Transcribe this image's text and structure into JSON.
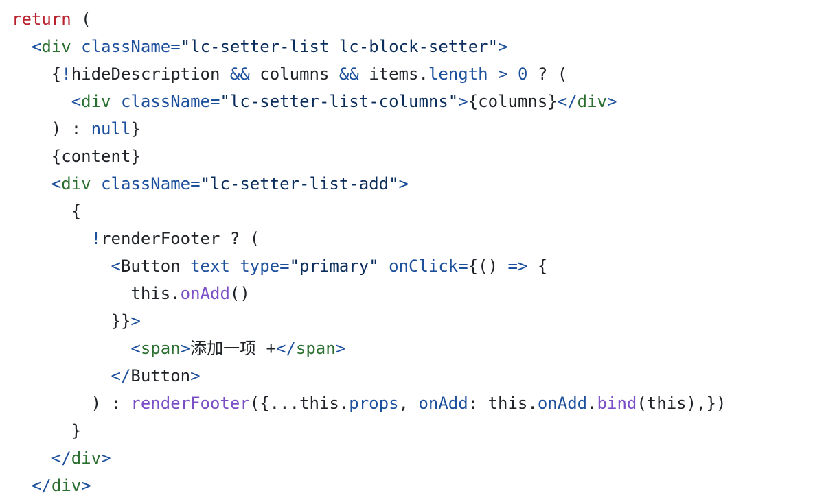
{
  "code": {
    "language": "jsx",
    "colors": {
      "keyword": "#b8232f",
      "tag": "#2a6f2f",
      "attribute": "#1c4f9c",
      "string": "#0b2d5c",
      "function": "#7a4fc6",
      "text": "#1f2328"
    },
    "lines": [
      [
        {
          "t": "return",
          "c": "kw"
        },
        {
          "t": " (",
          "c": "plain"
        }
      ],
      [
        {
          "t": "  ",
          "c": "plain"
        },
        {
          "t": "<",
          "c": "op"
        },
        {
          "t": "div",
          "c": "tag"
        },
        {
          "t": " className=",
          "c": "attr"
        },
        {
          "t": "\"lc-setter-list lc-block-setter\"",
          "c": "str"
        },
        {
          "t": ">",
          "c": "op"
        }
      ],
      [
        {
          "t": "    {",
          "c": "plain"
        },
        {
          "t": "!",
          "c": "op"
        },
        {
          "t": "hideDescription ",
          "c": "plain"
        },
        {
          "t": "&&",
          "c": "op"
        },
        {
          "t": " columns ",
          "c": "plain"
        },
        {
          "t": "&&",
          "c": "op"
        },
        {
          "t": " items.",
          "c": "plain"
        },
        {
          "t": "length",
          "c": "prop"
        },
        {
          "t": " > 0",
          "c": "op"
        },
        {
          "t": " ? (",
          "c": "plain"
        }
      ],
      [
        {
          "t": "      ",
          "c": "plain"
        },
        {
          "t": "<",
          "c": "op"
        },
        {
          "t": "div",
          "c": "tag"
        },
        {
          "t": " className=",
          "c": "attr"
        },
        {
          "t": "\"lc-setter-list-columns\"",
          "c": "str"
        },
        {
          "t": ">",
          "c": "op"
        },
        {
          "t": "{columns}",
          "c": "plain"
        },
        {
          "t": "</",
          "c": "op"
        },
        {
          "t": "div",
          "c": "tag"
        },
        {
          "t": ">",
          "c": "op"
        }
      ],
      [
        {
          "t": "    ) : ",
          "c": "plain"
        },
        {
          "t": "null",
          "c": "op"
        },
        {
          "t": "}",
          "c": "plain"
        }
      ],
      [
        {
          "t": "    {content}",
          "c": "plain"
        }
      ],
      [
        {
          "t": "    ",
          "c": "plain"
        },
        {
          "t": "<",
          "c": "op"
        },
        {
          "t": "div",
          "c": "tag"
        },
        {
          "t": " className=",
          "c": "attr"
        },
        {
          "t": "\"lc-setter-list-add\"",
          "c": "str"
        },
        {
          "t": ">",
          "c": "op"
        }
      ],
      [
        {
          "t": "      {",
          "c": "plain"
        }
      ],
      [
        {
          "t": "        ",
          "c": "plain"
        },
        {
          "t": "!",
          "c": "op"
        },
        {
          "t": "renderFooter ? (",
          "c": "plain"
        }
      ],
      [
        {
          "t": "          ",
          "c": "plain"
        },
        {
          "t": "<",
          "c": "op"
        },
        {
          "t": "Button",
          "c": "plain"
        },
        {
          "t": " text type=",
          "c": "attr"
        },
        {
          "t": "\"primary\"",
          "c": "str"
        },
        {
          "t": " onClick=",
          "c": "attr"
        },
        {
          "t": "{() ",
          "c": "plain"
        },
        {
          "t": "=>",
          "c": "op"
        },
        {
          "t": " {",
          "c": "plain"
        }
      ],
      [
        {
          "t": "            this.",
          "c": "plain"
        },
        {
          "t": "onAdd",
          "c": "fn"
        },
        {
          "t": "()",
          "c": "plain"
        }
      ],
      [
        {
          "t": "          }}",
          "c": "plain"
        },
        {
          "t": ">",
          "c": "op"
        }
      ],
      [
        {
          "t": "            ",
          "c": "plain"
        },
        {
          "t": "<",
          "c": "op"
        },
        {
          "t": "span",
          "c": "tag"
        },
        {
          "t": ">",
          "c": "op"
        },
        {
          "t": "添加一项 +",
          "c": "plain"
        },
        {
          "t": "</",
          "c": "op"
        },
        {
          "t": "span",
          "c": "tag"
        },
        {
          "t": ">",
          "c": "op"
        }
      ],
      [
        {
          "t": "          ",
          "c": "plain"
        },
        {
          "t": "</",
          "c": "op"
        },
        {
          "t": "Button",
          "c": "plain"
        },
        {
          "t": ">",
          "c": "op"
        }
      ],
      [
        {
          "t": "        ) : ",
          "c": "plain"
        },
        {
          "t": "renderFooter",
          "c": "fn"
        },
        {
          "t": "({...this.",
          "c": "plain"
        },
        {
          "t": "props",
          "c": "prop"
        },
        {
          "t": ", ",
          "c": "plain"
        },
        {
          "t": "onAdd",
          "c": "prop"
        },
        {
          "t": ": this.",
          "c": "plain"
        },
        {
          "t": "onAdd",
          "c": "prop"
        },
        {
          "t": ".",
          "c": "plain"
        },
        {
          "t": "bind",
          "c": "fn"
        },
        {
          "t": "(this),})",
          "c": "plain"
        }
      ],
      [
        {
          "t": "      }",
          "c": "plain"
        }
      ],
      [
        {
          "t": "    ",
          "c": "plain"
        },
        {
          "t": "</",
          "c": "op"
        },
        {
          "t": "div",
          "c": "tag"
        },
        {
          "t": ">",
          "c": "op"
        }
      ],
      [
        {
          "t": "  ",
          "c": "plain"
        },
        {
          "t": "</",
          "c": "op"
        },
        {
          "t": "div",
          "c": "tag"
        },
        {
          "t": ">",
          "c": "op"
        }
      ]
    ]
  }
}
